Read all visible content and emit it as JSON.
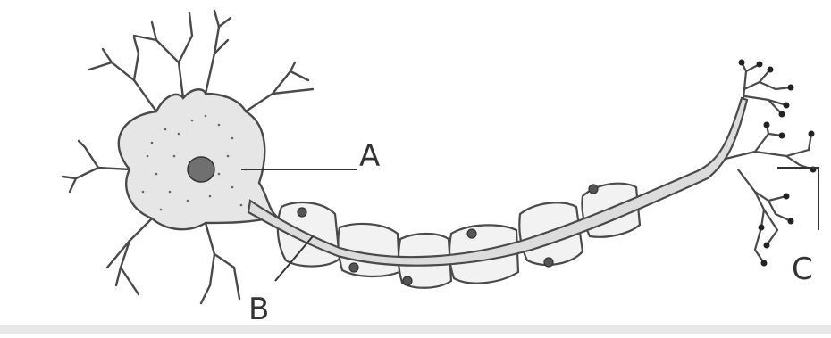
{
  "labels": {
    "a": "A",
    "b": "B",
    "c": "C"
  },
  "colors": {
    "cell_fill": "#e6e6e6",
    "outline": "#4a4a4a",
    "nucleus": "#707070",
    "sheath_fill": "#f2f2f2",
    "axon_fill": "#dcdcdc"
  }
}
